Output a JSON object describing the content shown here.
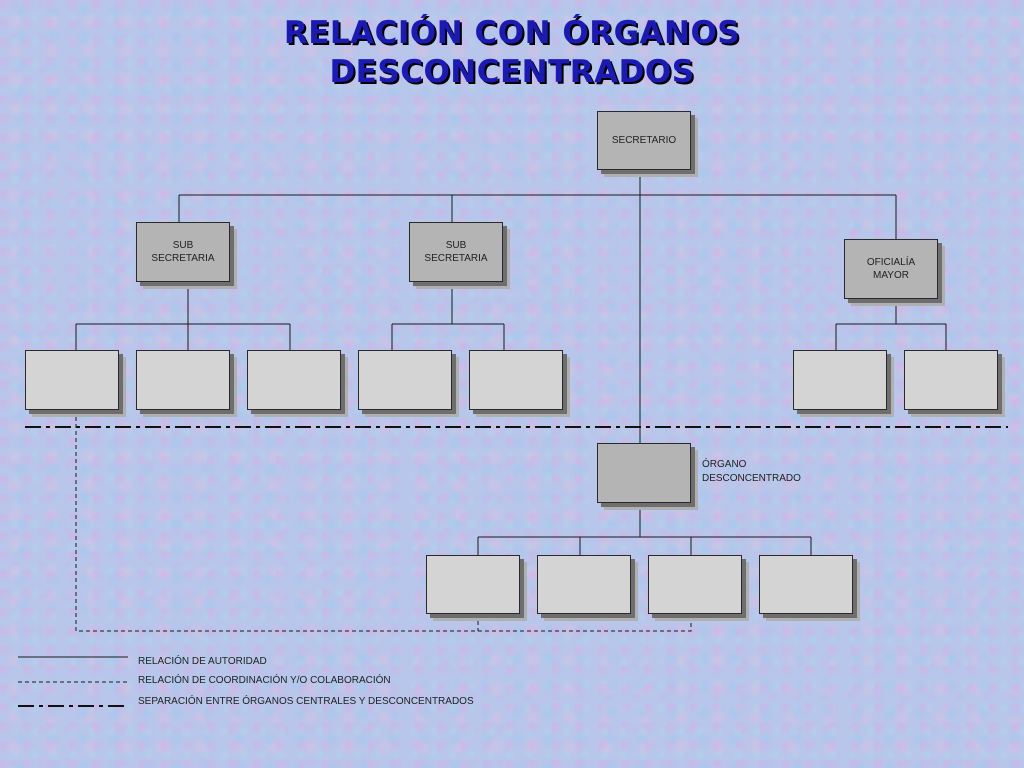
{
  "title": {
    "line1": "RELACIÓN CON ÓRGANOS",
    "line2": "DESCONCENTRADOS"
  },
  "org": {
    "secretario": "SECRETARIO",
    "sub_secretaria_1": "SUB\nSECRETARIA",
    "sub_secretaria_2": "SUB\nSECRETARIA",
    "oficialia_mayor": "OFICIALÍA\nMAYOR",
    "organo_desconcentrado_label": "ÓRGANO\nDESCONCENTRADO"
  },
  "legend": {
    "autoridad": "RELACIÓN DE AUTORIDAD",
    "coordinacion": "RELACIÓN DE COORDINACIÓN Y/O COLABORACIÓN",
    "separacion": "SEPARACIÓN ENTRE ÓRGANOS CENTRALES Y DESCONCENTRADOS"
  }
}
